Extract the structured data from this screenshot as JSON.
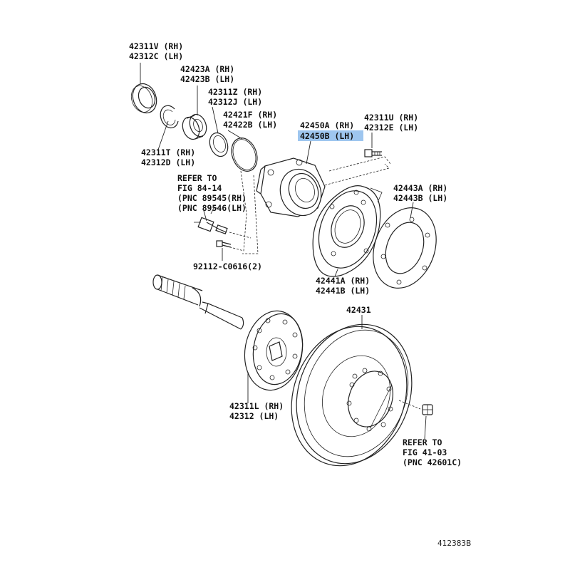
{
  "labels": {
    "p42311v": "42311V (RH)",
    "p42312c": "42312C (LH)",
    "p42423a": "42423A (RH)",
    "p42423b": "42423B (LH)",
    "p42311z": "42311Z (RH)",
    "p42312j": "42312J (LH)",
    "p42421f": "42421F (RH)",
    "p42422b": "42422B (LH)",
    "p42450a": "42450A (RH)",
    "p42450b": "42450B (LH)",
    "p42311u": "42311U (RH)",
    "p42312e": "42312E (LH)",
    "p42311t": "42311T (RH)",
    "p42312d": "42312D (LH)",
    "ref1_l1": "REFER TO",
    "ref1_l2": "FIG 84-14",
    "ref1_l3": "(PNC 89545(RH)",
    "ref1_l4": "(PNC 89546(LH)",
    "p42443a": "42443A (RH)",
    "p42443b": "42443B (LH)",
    "p92112": "92112-C0616(2)",
    "p42441a": "42441A (RH)",
    "p42441b": "42441B (LH)",
    "p42431": "42431",
    "p42311l": "42311L (RH)",
    "p42312": "42312 (LH)",
    "ref2_l1": "REFER TO",
    "ref2_l2": "FIG 41-03",
    "ref2_l3": "(PNC 42601C)",
    "figure_id": "412383B"
  },
  "highlight_color": "#9ec6ef"
}
